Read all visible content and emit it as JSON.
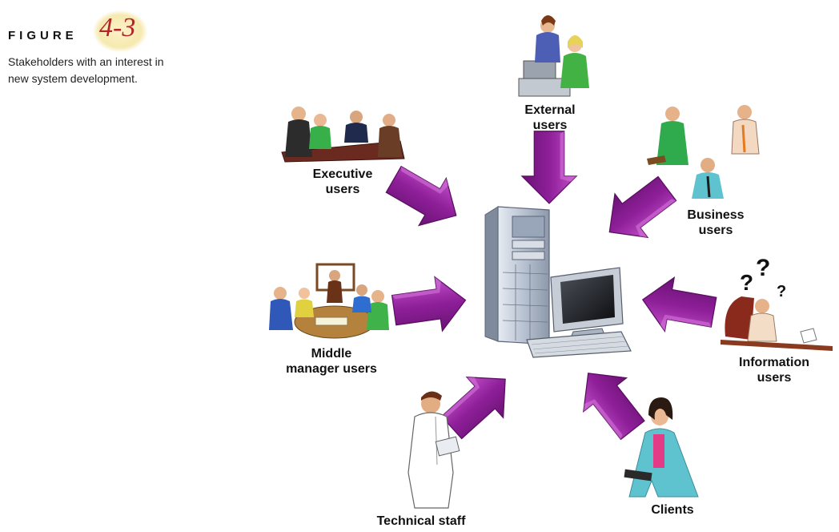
{
  "figure": {
    "label": "FIGURE",
    "number": "4-3",
    "caption": "Stakeholders with an interest in new system development."
  },
  "center": {
    "icon": "computer-system-icon"
  },
  "stakeholders": [
    {
      "id": "external",
      "line1": "External",
      "line2": "users",
      "icon": "external-users-icon"
    },
    {
      "id": "executive",
      "line1": "Executive",
      "line2": "users",
      "icon": "executive-meeting-icon"
    },
    {
      "id": "business",
      "line1": "Business",
      "line2": "users",
      "icon": "business-users-phone-icon"
    },
    {
      "id": "middle",
      "line1": "Middle",
      "line2": "manager users",
      "icon": "middle-manager-meeting-icon"
    },
    {
      "id": "information",
      "line1": "Information",
      "line2": "users",
      "icon": "information-user-question-icon"
    },
    {
      "id": "technical",
      "line1": "Technical staff",
      "line2": "",
      "icon": "technical-staff-icon"
    },
    {
      "id": "clients",
      "line1": "Clients",
      "line2": "",
      "icon": "client-woman-icon"
    }
  ],
  "colors": {
    "arrow": "#8e1f99",
    "arrow_light": "#c24fc9",
    "arrow_dark": "#6a1273"
  }
}
